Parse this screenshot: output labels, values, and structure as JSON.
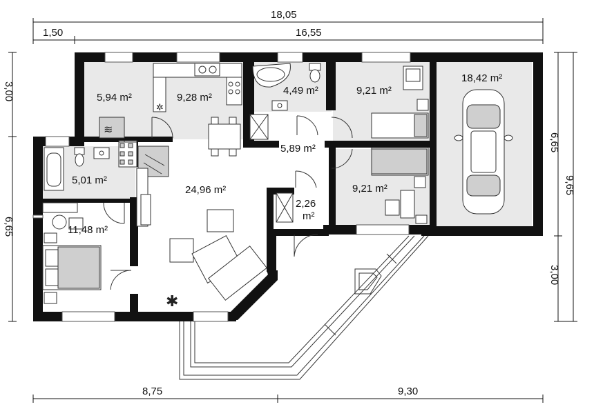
{
  "dimensions": {
    "top_total": "18,05",
    "top_left": "1,50",
    "top_right": "16,55",
    "bottom_left": "8,75",
    "bottom_right": "9,30",
    "left_top": "3,00",
    "left_bottom": "6,65",
    "right_top": "6,65",
    "right_bottom": "3,00",
    "right_total": "9,65"
  },
  "rooms": {
    "utility": "5,94 m²",
    "kitchen": "9,28 m²",
    "bathroom_top": "4,49 m²",
    "bedroom_top": "9,21 m²",
    "garage": "18,42 m²",
    "hall": "5,89 m²",
    "bathroom_left": "5,01 m²",
    "living": "24,96 m²",
    "closet_a": "2,26",
    "closet_b": "m²",
    "bedroom_mid": "9,21 m²",
    "bedroom_left": "11,48 m²"
  }
}
